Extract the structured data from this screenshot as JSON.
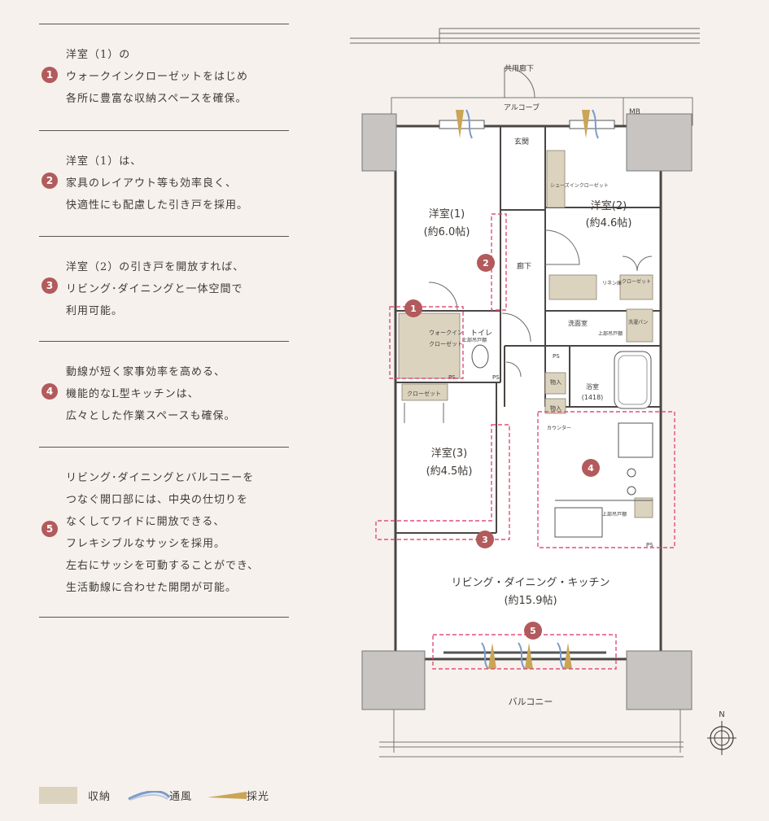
{
  "features": [
    {
      "number": "1",
      "lines": [
        "洋室（1）の",
        "ウォークインクローゼットをはじめ",
        "各所に豊富な収納スペースを確保。"
      ]
    },
    {
      "number": "2",
      "lines": [
        "洋室（1）は、",
        "家具のレイアウト等も効率良く、",
        "快適性にも配慮した引き戸を採用。"
      ]
    },
    {
      "number": "3",
      "lines": [
        "洋室（2）の引き戸を開放すれば、",
        "リビング･ダイニングと一体空間で",
        "利用可能。"
      ]
    },
    {
      "number": "4",
      "lines": [
        "動線が短く家事効率を高める、",
        "機能的なL型キッチンは、",
        "広々とした作業スペースも確保。"
      ]
    },
    {
      "number": "5",
      "lines": [
        "リビング･ダイニングとバルコニーを",
        "つなぐ開口部には、中央の仕切りを",
        "なくしてワイドに開放できる、",
        "フレキシブルなサッシを採用。",
        "左右にサッシを可動することができ、",
        "生活動線に合わせた開閉が可能。"
      ]
    }
  ],
  "legend": {
    "storage": "収納",
    "ventilation": "通風",
    "lighting": "採光"
  },
  "colors": {
    "accent": "#b25a5c",
    "storage": "#dcd3be",
    "ventilation": "#7b9bc9",
    "lighting": "#c9a555",
    "dashed": "#e0507a"
  },
  "plan": {
    "corridor": "共用廊下",
    "alcove": "アルコーブ",
    "mb": "MB",
    "entrance": "玄関",
    "shoe_closet": "シューズインクローゼット",
    "room1_name": "洋室(1)",
    "room1_size": "(約6.0帖)",
    "room2_name": "洋室(2)",
    "room2_size": "(約4.6帖)",
    "room3_name": "洋室(3)",
    "room3_size": "(約4.5帖)",
    "hallway": "廊下",
    "wic_line1": "ウォークイン",
    "wic_line2": "クローゼット",
    "toilet": "トイレ",
    "upper_cabinet_v": "上部吊戸棚",
    "ps": "PS",
    "closet": "クローゼット",
    "closet2": "クローゼット",
    "linen": "リネン庫",
    "wash_room": "洗面室",
    "upper_cabinet": "上部吊戸棚",
    "washer_pan": "洗濯パン",
    "storage_a": "物入",
    "storage_b": "物入",
    "bath": "浴室",
    "bath_size": "(1418)",
    "counter": "カウンター",
    "kitchen_upper": "上部吊戸棚",
    "ldk_name": "リビング・ダイニング・キッチン",
    "ldk_size": "(約15.9帖)",
    "balcony": "バルコニー",
    "north": "N",
    "markers": [
      "1",
      "2",
      "3",
      "4",
      "5"
    ]
  }
}
